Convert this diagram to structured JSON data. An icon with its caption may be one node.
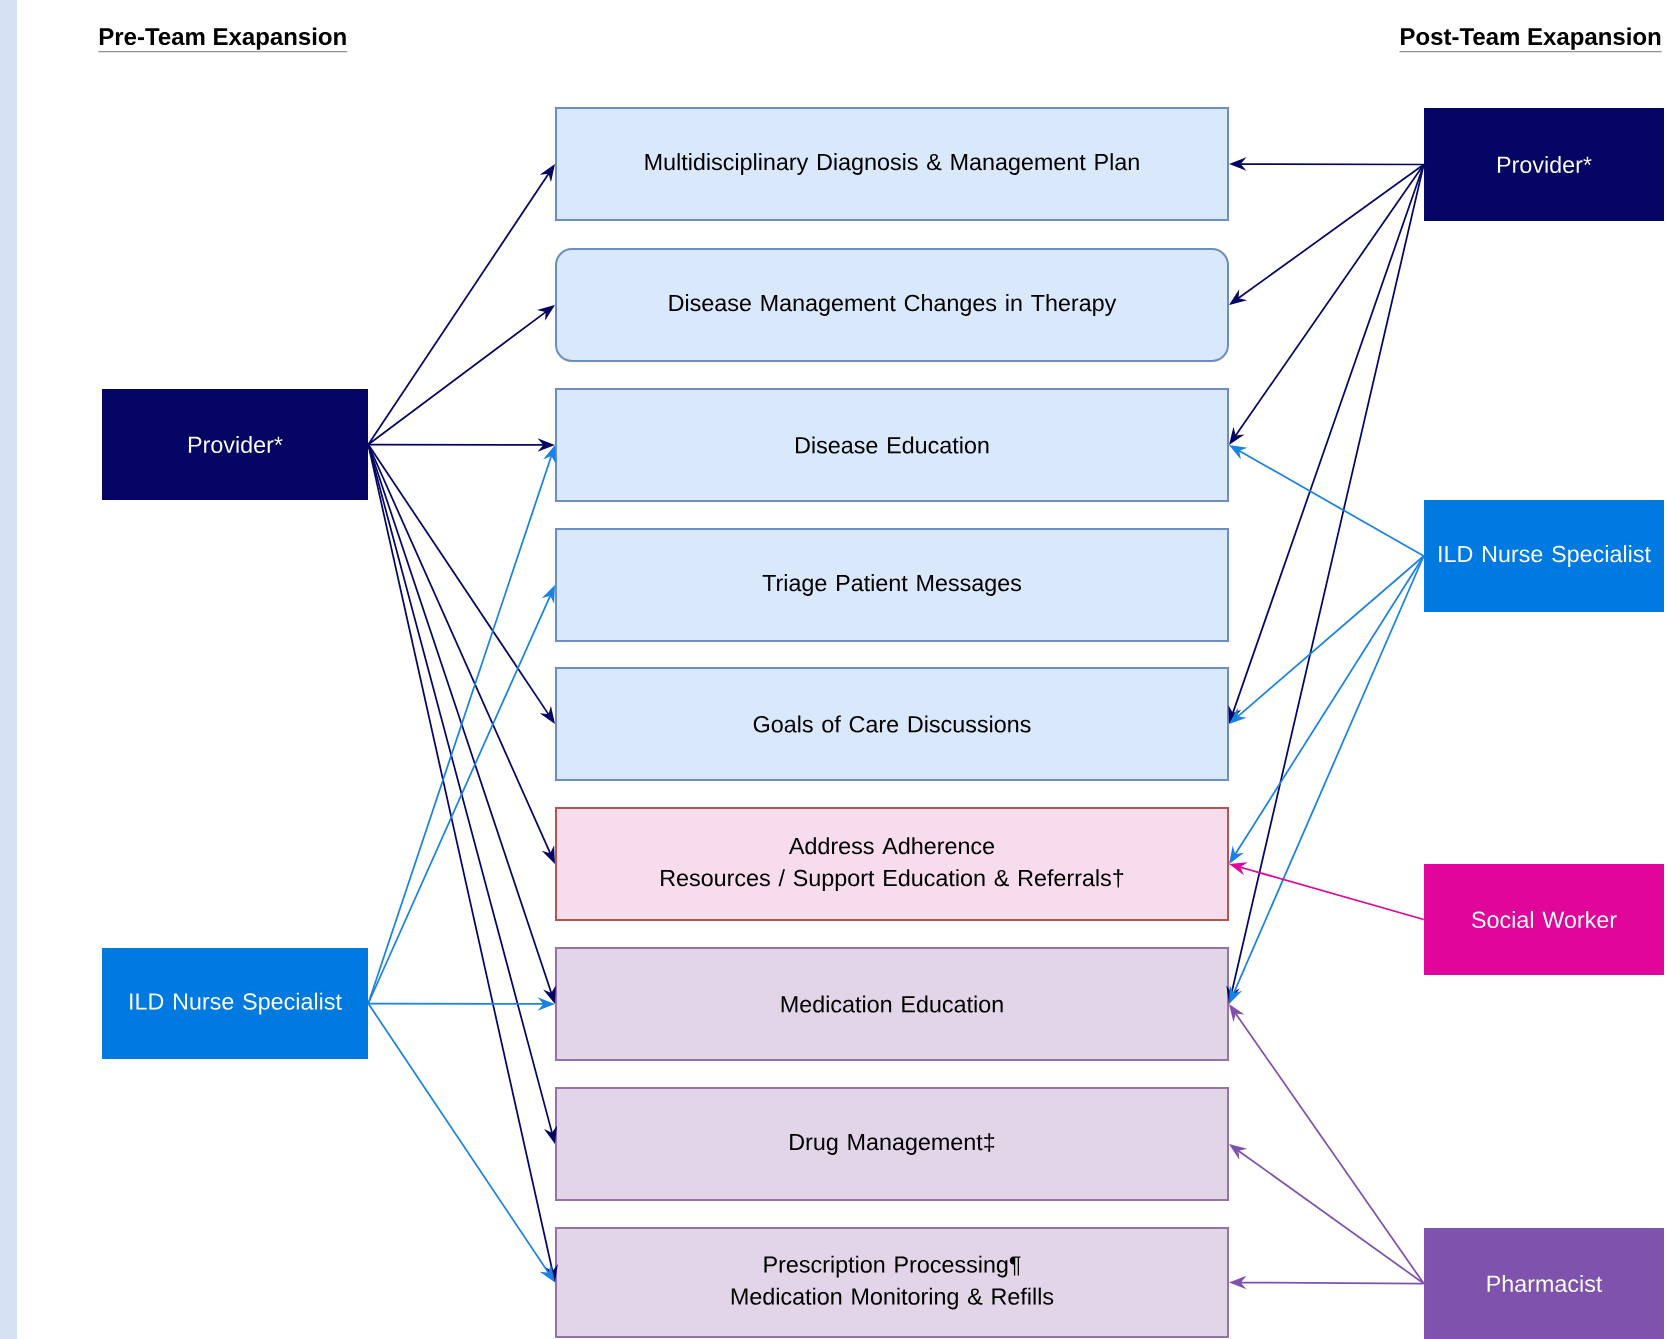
{
  "diagram": {
    "nodes": [
      {
        "text": [
          "Provider*"
        ]
      },
      {
        "text": [
          "ILD Nurse Specialist"
        ]
      },
      {
        "text": [
          "Multidisciplinary Diagnosis & Management Plan"
        ]
      },
      {
        "text": [
          "Disease Management Changes in Therapy"
        ]
      },
      {
        "text": [
          "Disease Education"
        ]
      },
      {
        "text": [
          "Triage Patient Messages"
        ]
      },
      {
        "text": [
          "Goals of Care Discussions"
        ]
      },
      {
        "text": [
          "Address Adherence",
          "Resources / Support Education & Referrals†"
        ]
      },
      {
        "text": [
          "Medication Education"
        ]
      },
      {
        "text": [
          "Drug Management‡"
        ]
      },
      {
        "text": [
          "Prescription Processing¶",
          "Medication Monitoring & Refills"
        ]
      },
      {
        "text": [
          "Provider*"
        ]
      },
      {
        "text": [
          "ILD Nurse Specialist"
        ]
      },
      {
        "text": [
          "Social Worker"
        ]
      },
      {
        "text": [
          "Pharmacist"
        ]
      }
    ],
    "edges": [
      {
        "from": 0,
        "to": 2,
        "arrow": "to"
      },
      {
        "from": 0,
        "to": 3,
        "arrow": "to"
      },
      {
        "from": 0,
        "to": 4,
        "arrow": "to"
      },
      {
        "from": 0,
        "to": 6,
        "arrow": "to"
      },
      {
        "from": 0,
        "to": 7,
        "arrow": "to"
      },
      {
        "from": 0,
        "to": 8,
        "arrow": "to"
      },
      {
        "from": 0,
        "to": 9,
        "arrow": "to"
      },
      {
        "from": 0,
        "to": 10,
        "arrow": "to"
      },
      {
        "from": 1,
        "to": 4,
        "arrow": "to",
        "color": "#1a82e2"
      },
      {
        "from": 1,
        "to": 5,
        "arrow": "to",
        "color": "#1a82e2"
      },
      {
        "from": 1,
        "to": 8,
        "arrow": "to",
        "color": "#1a82e2"
      },
      {
        "from": 1,
        "to": 10,
        "arrow": "to",
        "color": "#1a82e2"
      },
      {
        "from": 11,
        "to": 2,
        "arrow": "to"
      },
      {
        "from": 11,
        "to": 3,
        "arrow": "to"
      },
      {
        "from": 11,
        "to": 4,
        "arrow": "to"
      },
      {
        "from": 11,
        "to": 6,
        "arrow": "to"
      },
      {
        "from": 11,
        "to": 8,
        "arrow": "to"
      },
      {
        "from": 12,
        "to": 4,
        "arrow": "to",
        "color": "#1a82e2"
      },
      {
        "from": 12,
        "to": 6,
        "arrow": "to",
        "color": "#1a82e2"
      },
      {
        "from": 12,
        "to": 7,
        "arrow": "to",
        "color": "#1a82e2"
      },
      {
        "from": 12,
        "to": 8,
        "arrow": "to",
        "color": "#1a82e2"
      },
      {
        "from": 13,
        "to": 7,
        "arrow": "to",
        "color": "#e0069a"
      },
      {
        "from": 14,
        "to": 8,
        "arrow": "to",
        "color": "#7e52ad"
      },
      {
        "from": 14,
        "to": 9,
        "arrow": "to",
        "color": "#7e52ad"
      },
      {
        "from": 14,
        "to": 10,
        "arrow": "to",
        "color": "#7e52ad"
      }
    ],
    "labels": [
      "Pre-Team Exapansion",
      "Post-Team Exapansion"
    ]
  }
}
